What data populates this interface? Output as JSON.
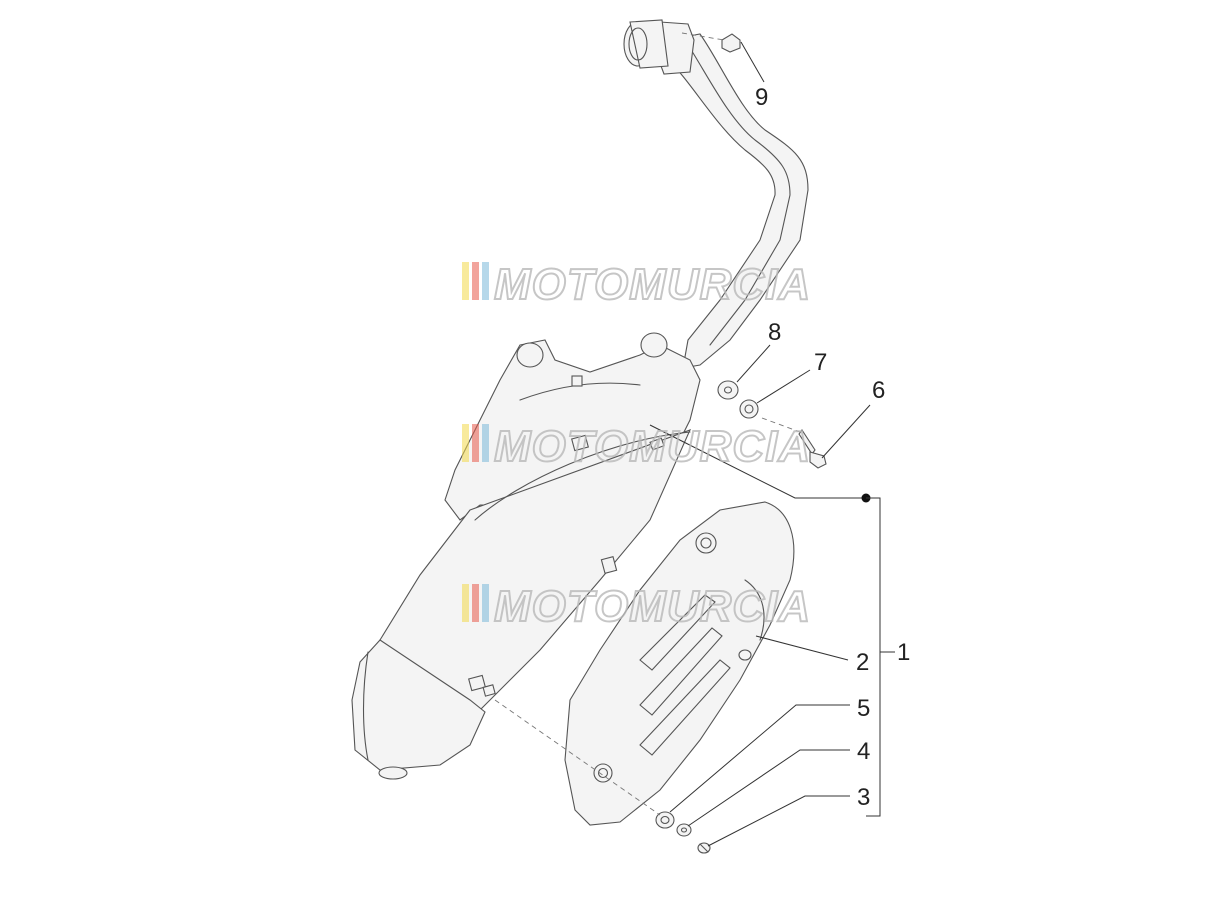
{
  "watermark": {
    "brand": "MOTOMURCIA",
    "stripe_colors": [
      "#f2d94a",
      "#e85a4a",
      "#7ab8d8"
    ]
  },
  "callouts": {
    "c1": "1",
    "c2": "2",
    "c3": "3",
    "c4": "4",
    "c5": "5",
    "c6": "6",
    "c7": "7",
    "c8": "8",
    "c9": "9"
  }
}
